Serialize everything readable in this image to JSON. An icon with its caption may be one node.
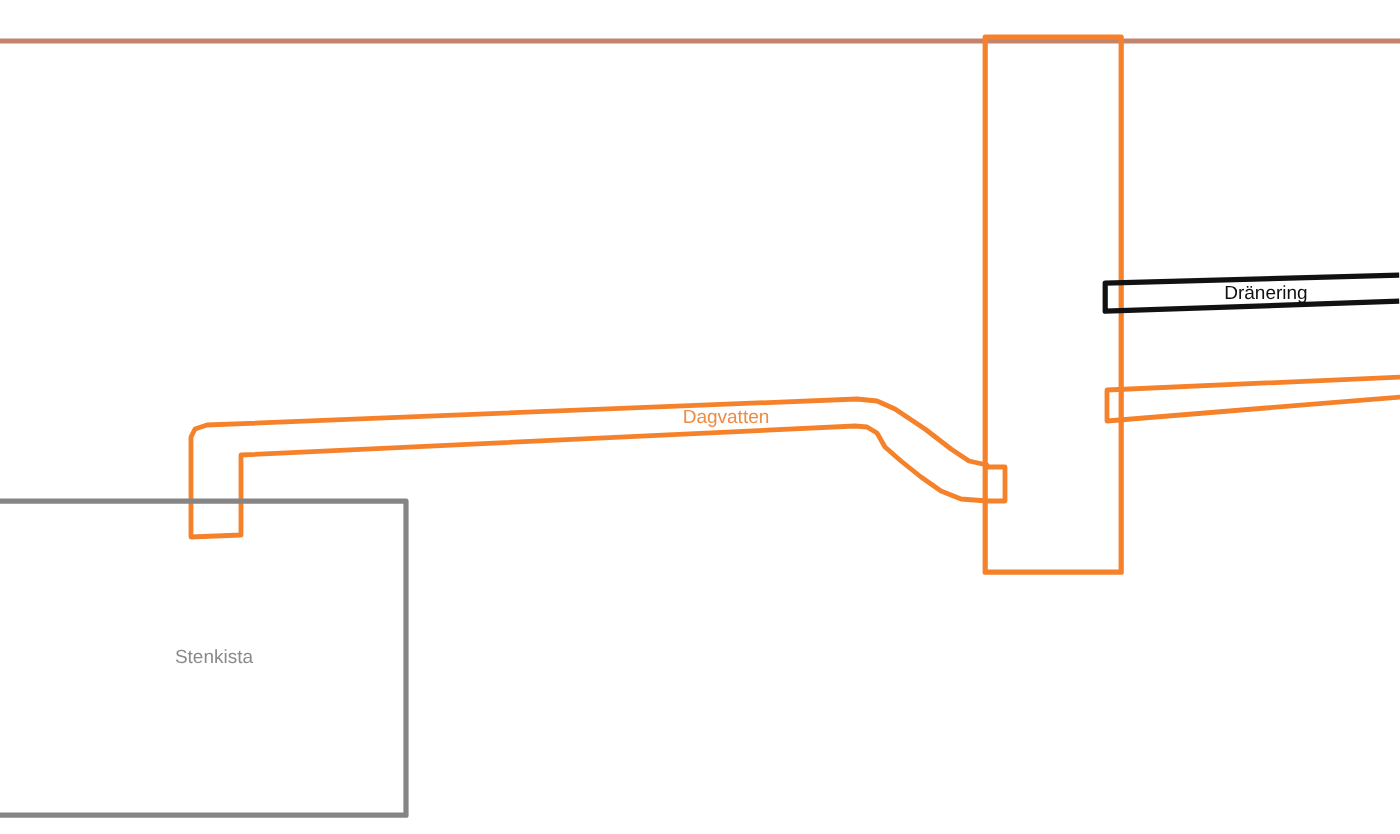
{
  "diagram": {
    "nodes": [
      {
        "text": [],
        "shape": "box"
      },
      {
        "text": [
          "Dränering"
        ]
      },
      {
        "text": [],
        "shape": "bar"
      },
      {
        "text": [
          "Dagvatten"
        ]
      },
      {
        "text": [
          "Stenkista"
        ]
      }
    ]
  }
}
